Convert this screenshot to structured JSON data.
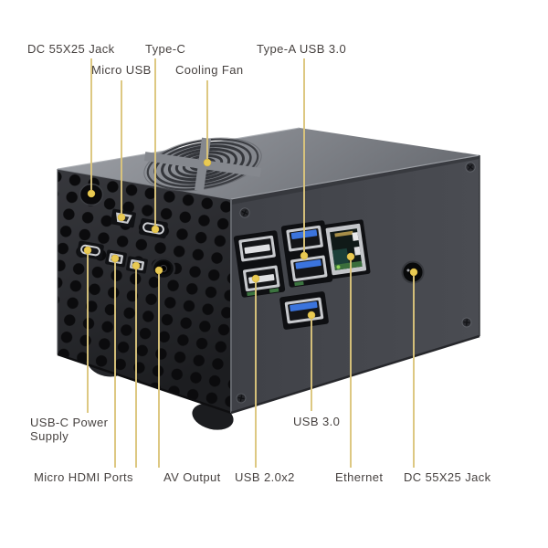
{
  "image_description": "Black perforated metal mini PC enclosure shown in three-quarter view with yellow leader lines labeling every port",
  "callouts": [
    {
      "id": "dc-jack-side",
      "label": "DC 55X25 Jack"
    },
    {
      "id": "micro-usb",
      "label": "Micro USB"
    },
    {
      "id": "type-c",
      "label": "Type-C"
    },
    {
      "id": "cooling-fan",
      "label": "Cooling Fan"
    },
    {
      "id": "type-a-usb3",
      "label": "Type-A USB 3.0"
    },
    {
      "id": "usb-c-power",
      "label": "USB-C Power Supply"
    },
    {
      "id": "usb3-single",
      "label": "USB 3.0"
    },
    {
      "id": "micro-hdmi",
      "label": "Micro HDMI Ports"
    },
    {
      "id": "av-output",
      "label": "AV Output"
    },
    {
      "id": "usb2",
      "label": "USB 2.0x2"
    },
    {
      "id": "ethernet",
      "label": "Ethernet"
    },
    {
      "id": "dc-jack-front",
      "label": "DC 55X25 Jack"
    }
  ],
  "colors": {
    "background": "#ffffff",
    "label_text": "#474240",
    "leader_line": "#dcc67c",
    "leader_dot": "#e9ca52",
    "case_top": "#83868c",
    "case_front": "#45474d",
    "case_side": "#26272b",
    "usb3_tongue_blue": "#3b74dd",
    "usb2_tongue": "#dfe0e3",
    "pcb_green": "#3c7440",
    "port_metal": "#c7c9cd"
  }
}
